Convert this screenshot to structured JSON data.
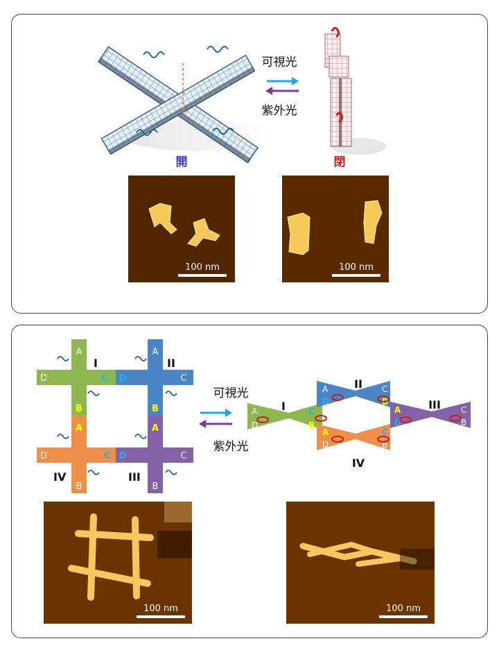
{
  "top": {
    "forward_label": "可視光",
    "backward_label": "紫外光",
    "open_label": "開",
    "closed_label": "閉",
    "open_scale_label": "100 nm",
    "closed_scale_label": "100 nm"
  },
  "bottom": {
    "forward_label": "可視光",
    "backward_label": "紫外光",
    "grid": {
      "tile_labels": [
        "I",
        "II",
        "IV",
        "III"
      ],
      "end_labels": [
        "A",
        "B",
        "C",
        "D"
      ]
    },
    "assembly": {
      "tile_labels": [
        "I",
        "II",
        "III",
        "IV"
      ],
      "end_labels": [
        "A",
        "B",
        "C",
        "D"
      ]
    },
    "grid_scale_label": "100 nm",
    "assembly_scale_label": "100 nm"
  },
  "colors": {
    "visible_arrow": "#1ba8e0",
    "uv_arrow": "#7a3aa0",
    "open_label": "#3b3bc8",
    "closed_label": "#c81e1e",
    "tile_I": "#8fb750",
    "tile_II": "#4a86c5",
    "tile_III": "#8462a8",
    "tile_IV": "#f08f4a",
    "end_highlight_yellow": "#ffff00",
    "end_highlight_cyan": "#2aaee6",
    "afm_background": "#5a2a00",
    "afm_feature": "#ffd56a"
  }
}
